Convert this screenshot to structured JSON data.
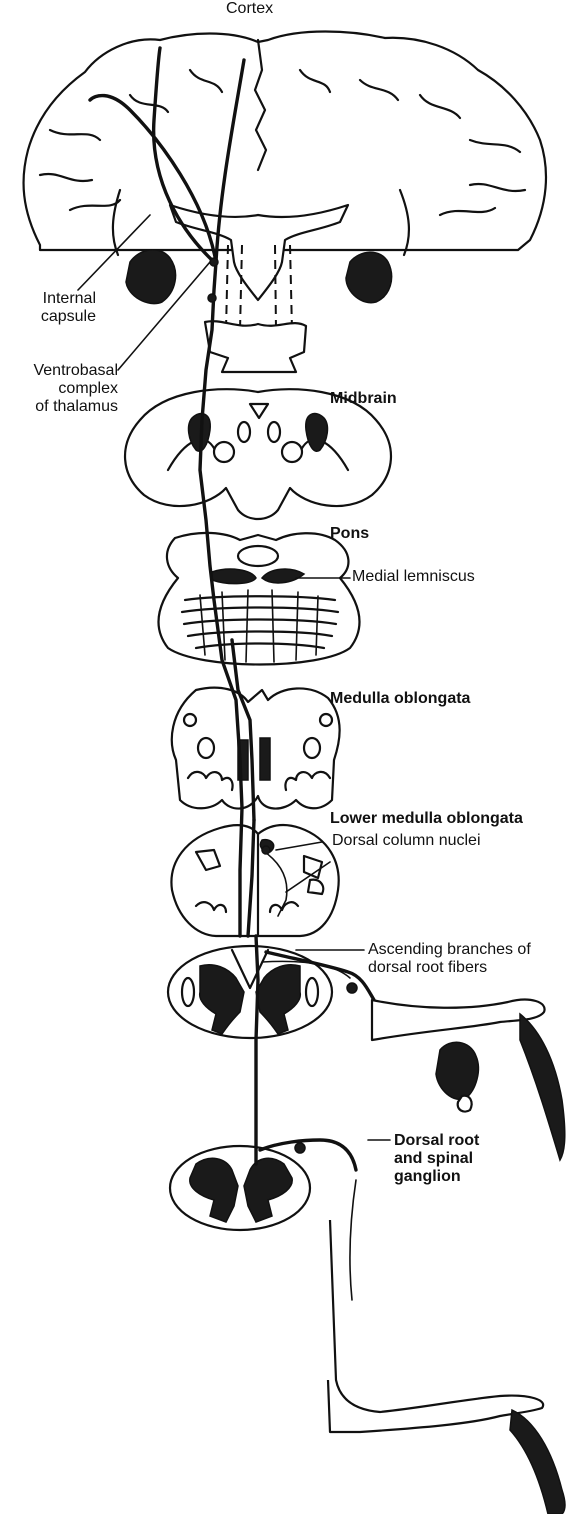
{
  "labels": {
    "cortex": "Cortex",
    "internal_capsule": "Internal\ncapsule",
    "ventrobasal": "Ventrobasal\ncomplex\nof thalamus",
    "midbrain": "Midbrain",
    "pons": "Pons",
    "medial_lemniscus": "Medial lemniscus",
    "medulla_oblongata": "Medulla oblongata",
    "lower_medulla": "Lower medulla oblongata",
    "dorsal_column_nuclei": "Dorsal column nuclei",
    "ascending_branches": "Ascending branches of\ndorsal root fibers",
    "dorsal_root": "Dorsal root\nand spinal\nganglion"
  }
}
